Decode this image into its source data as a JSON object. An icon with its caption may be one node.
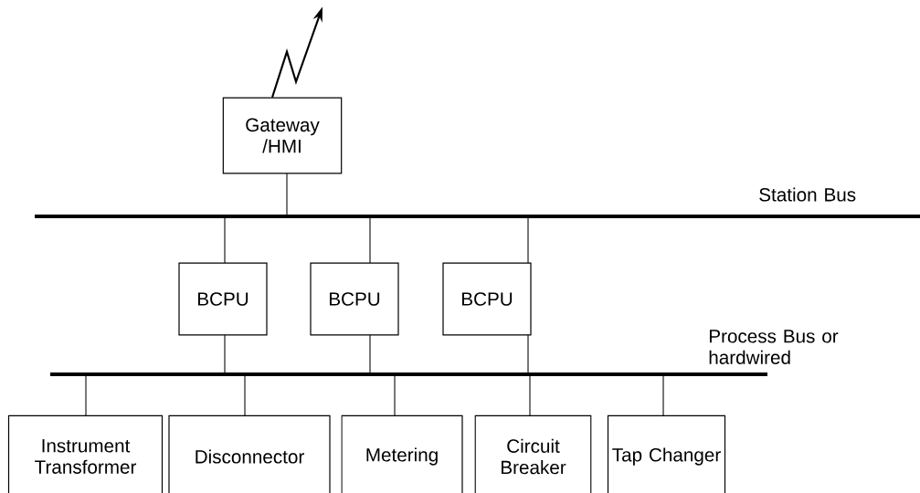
{
  "diagram": {
    "nodes": [
      {
        "text": [
          "Gateway /HMI"
        ]
      },
      {
        "text": [
          "Station Bus"
        ]
      },
      {
        "text": [
          "BCPU"
        ]
      },
      {
        "text": [
          "BCPU"
        ]
      },
      {
        "text": [
          "BCPU"
        ]
      },
      {
        "text": [
          "Process Bus or hardwired"
        ]
      },
      {
        "text": [
          "Instrument Transformer"
        ]
      },
      {
        "text": [
          "Disconnector"
        ]
      },
      {
        "text": [
          "Metering"
        ]
      },
      {
        "text": [
          "Circuit Breaker"
        ]
      },
      {
        "text": [
          "Tap Changer"
        ]
      }
    ],
    "edges": [
      {
        "from": 0,
        "to": null,
        "arrow": "to"
      },
      {
        "from": 0,
        "to": 1,
        "arrow": "none"
      },
      {
        "from": 1,
        "to": 2,
        "arrow": "none"
      },
      {
        "from": 1,
        "to": 3,
        "arrow": "none"
      },
      {
        "from": 1,
        "to": 4,
        "arrow": "none"
      },
      {
        "from": 2,
        "to": 5,
        "arrow": "none"
      },
      {
        "from": 3,
        "to": 5,
        "arrow": "none"
      },
      {
        "from": 4,
        "to": 5,
        "arrow": "none"
      },
      {
        "from": 5,
        "to": 6,
        "arrow": "none"
      },
      {
        "from": 5,
        "to": 7,
        "arrow": "none"
      },
      {
        "from": 5,
        "to": 8,
        "arrow": "none"
      },
      {
        "from": 5,
        "to": 9,
        "arrow": "none"
      },
      {
        "from": 5,
        "to": 10,
        "arrow": "none"
      }
    ]
  }
}
